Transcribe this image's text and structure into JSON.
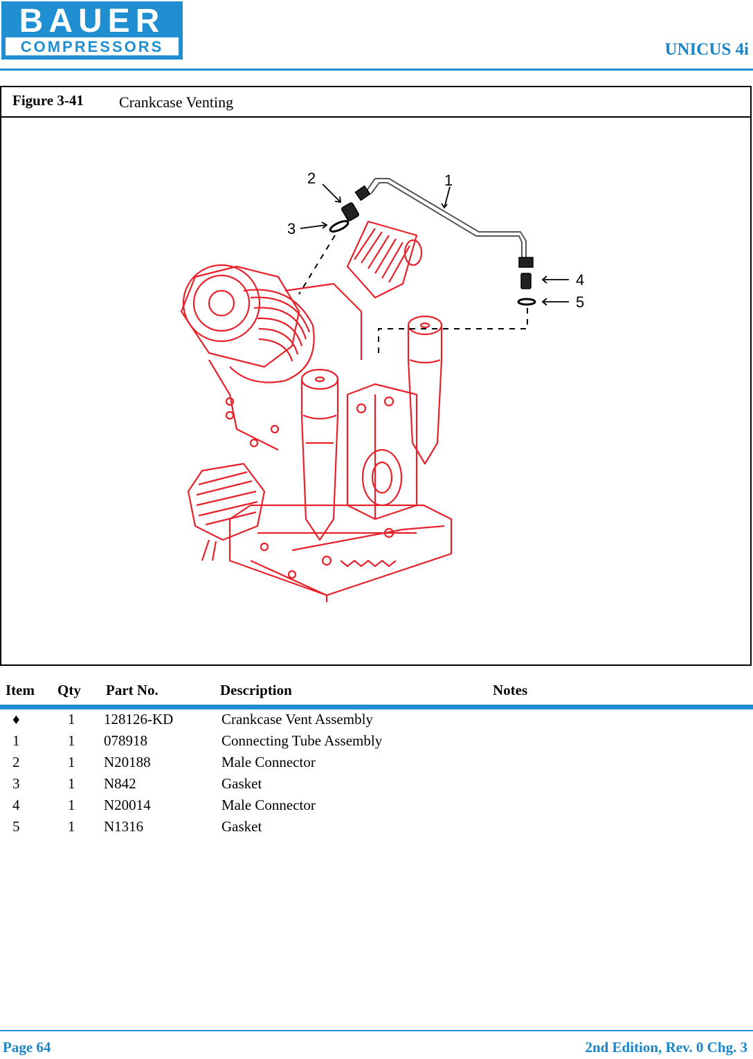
{
  "header": {
    "logo_top": "BAUER",
    "logo_bottom": "COMPRESSORS",
    "model": "UNICUS 4i"
  },
  "figure": {
    "number": "Figure 3-41",
    "title": "Crankcase Venting",
    "callouts": [
      "1",
      "2",
      "3",
      "4",
      "5"
    ]
  },
  "table": {
    "headers": [
      "Item",
      "Qty",
      "Part No.",
      "Description",
      "Notes"
    ],
    "rows": [
      {
        "item": "♦",
        "qty": "1",
        "part": "128126-KD",
        "desc": "Crankcase Vent Assembly",
        "notes": ""
      },
      {
        "item": "1",
        "qty": "1",
        "part": "078918",
        "desc": "Connecting Tube Assembly",
        "notes": ""
      },
      {
        "item": "2",
        "qty": "1",
        "part": "N20188",
        "desc": "Male Connector",
        "notes": ""
      },
      {
        "item": "3",
        "qty": "1",
        "part": "N842",
        "desc": "Gasket",
        "notes": ""
      },
      {
        "item": "4",
        "qty": "1",
        "part": "N20014",
        "desc": "Male Connector",
        "notes": ""
      },
      {
        "item": "5",
        "qty": "1",
        "part": "N1316",
        "desc": "Gasket",
        "notes": ""
      }
    ]
  },
  "footer": {
    "page": "Page 64",
    "edition": "2nd Edition, Rev. 0 Chg. 3"
  },
  "colors": {
    "brand_blue": "#1f8fd1",
    "drawing_red": "#e8202a"
  }
}
